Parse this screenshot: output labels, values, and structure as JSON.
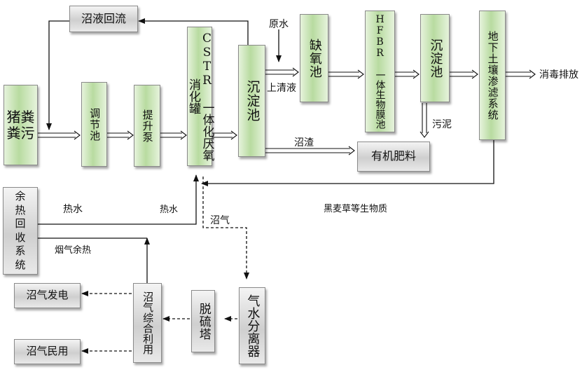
{
  "nodes": {
    "pig_manure": "猪粪粪污",
    "biogas_reflux": "沼液回流",
    "regulating_tank": "调节池",
    "lift_pump": "提升泵",
    "cstr": "CSTR 一体化厌氧消化罐",
    "settling_tank_1": "沉淀池",
    "anoxic_tank": "缺氧池",
    "hfbr": "HFBR 一体生物膜池",
    "settling_tank_2": "沉淀池",
    "soil_filter": "地下土壤渗滤系统",
    "organic_fertilizer": "有机肥料",
    "waste_heat": "余热回收系统",
    "biogas_power": "沼气发电",
    "biogas_civil": "沼气民用",
    "biogas_utilization": "沼气综合利用",
    "desulfurizer": "脱硫塔",
    "separator": "气水分离器"
  },
  "labels": {
    "raw_water": "原水",
    "supernatant": "上清液",
    "disinfect_discharge": "消毒排放",
    "sludge": "污泥",
    "residue": "沼渣",
    "ryegrass": "黑麦草等生物质",
    "hot_water_1": "热水",
    "hot_water_2": "热水",
    "flue_gas_heat": "烟气余热",
    "biogas": "沼气"
  },
  "colors": {
    "process_box": "#b8dba0",
    "output_box": "#cfcfcf",
    "line": "#111111"
  }
}
